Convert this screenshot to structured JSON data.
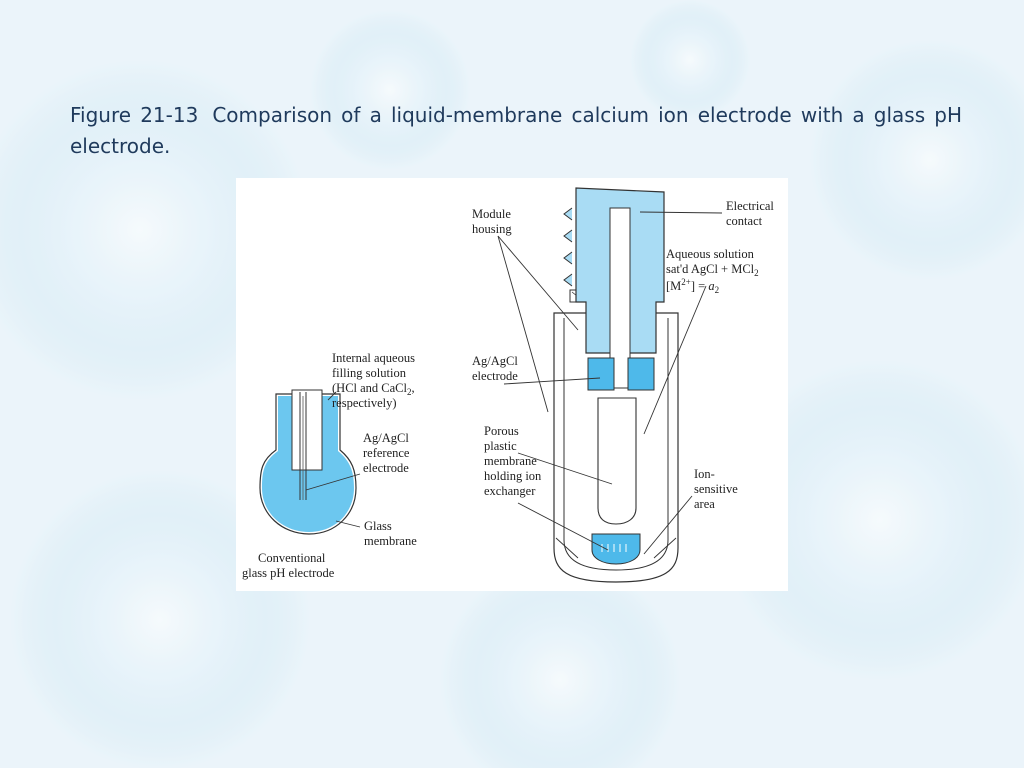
{
  "slide": {
    "figure_number": "Figure 21-13",
    "caption_text": "Comparison of a liquid-membrane calcium ion electrode with a glass pH electrode."
  },
  "diagram": {
    "glass_electrode": {
      "filling_label": [
        "Internal aqueous",
        "filling solution",
        "(HCl and CaCl",
        "2",
        ",",
        "respectively)"
      ],
      "reference_label": [
        "Ag/AgCl",
        "reference",
        "electrode"
      ],
      "membrane_label": [
        "Glass",
        "membrane"
      ],
      "title": [
        "Conventional",
        "glass pH electrode"
      ]
    },
    "ion_electrode": {
      "housing_label": [
        "Module",
        "housing"
      ],
      "agcl_label": [
        "Ag/AgCl",
        "electrode"
      ],
      "membrane_label": [
        "Porous",
        "plastic",
        "membrane",
        "holding ion",
        "exchanger"
      ],
      "contact_label": [
        "Electrical",
        "contact"
      ],
      "solution_label": [
        "Aqueous solution",
        "sat'd AgCl + MCl",
        "2",
        "[M",
        "2+",
        "] = ",
        "a",
        "2"
      ],
      "sensitive_label": [
        "Ion-",
        "sensitive",
        "area"
      ]
    },
    "colors": {
      "liquid": "#5cc1ec",
      "liquid_light": "#9ed8f3",
      "outline": "#333333",
      "background_figure": "#ffffff"
    }
  }
}
